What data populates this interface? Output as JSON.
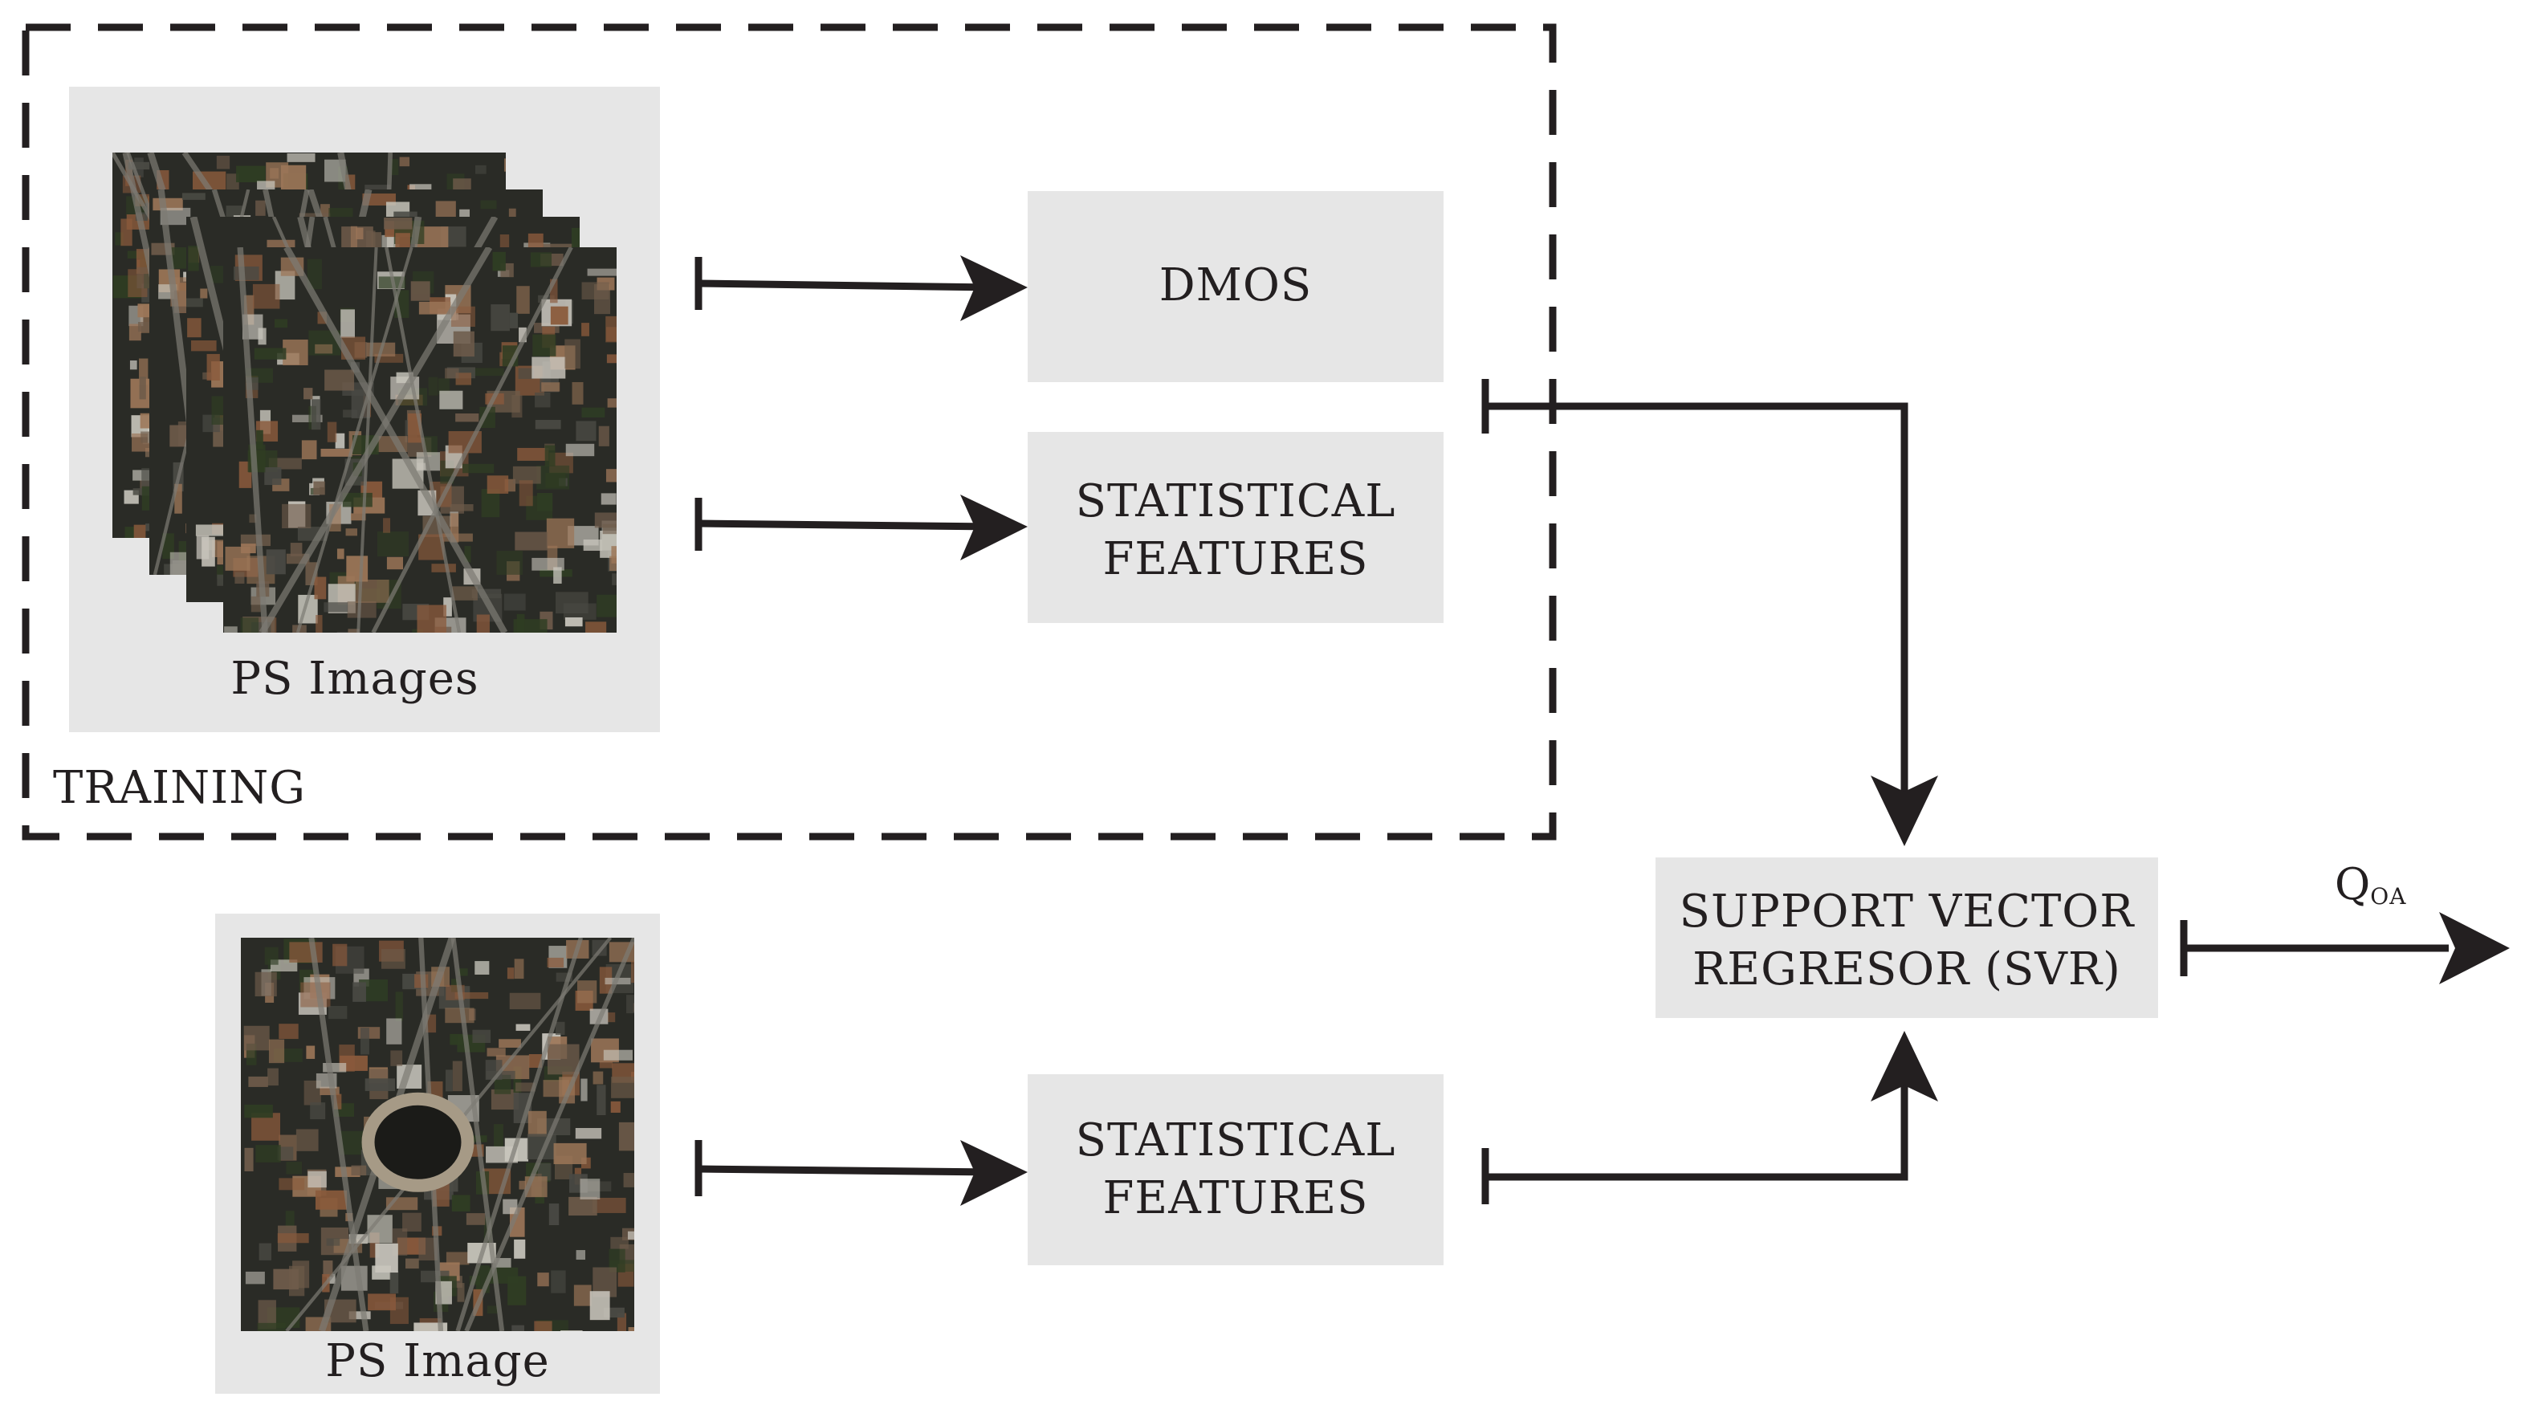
{
  "training": {
    "label": "TRAINING",
    "images_caption": "PS Images",
    "dmos_label": "DMOS",
    "features_label": [
      "STATISTICAL",
      "FEATURES"
    ]
  },
  "testing": {
    "image_caption": "PS Image",
    "features_label": [
      "STATISTICAL",
      "FEATURES"
    ]
  },
  "svr": {
    "label": [
      "SUPPORT VECTOR",
      "REGRESOR (SVR)"
    ]
  },
  "output": {
    "label_main": "Q",
    "label_sub": "OA"
  },
  "colors": {
    "box_fill": "#e6e6e6",
    "stroke": "#231f20",
    "image_dark": "#2a2b26",
    "image_roof": "#8a5a3c",
    "image_light": "#c9c6bd",
    "image_green": "#2f3d23"
  }
}
